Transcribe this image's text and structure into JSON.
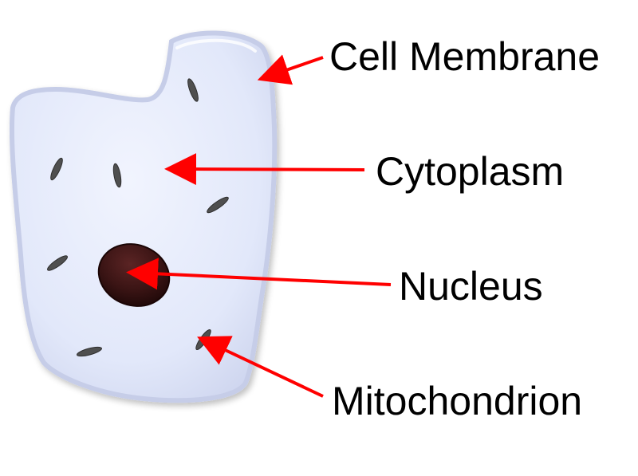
{
  "diagram": {
    "labels": {
      "cell_membrane": "Cell Membrane",
      "cytoplasm": "Cytoplasm",
      "nucleus": "Nucleus",
      "mitochondrion": "Mitochondrion"
    },
    "colors": {
      "cell_fill": "#e4e9fb",
      "cell_outline": "#c6cde8",
      "nucleus": "#3a1414",
      "mitochondria": "#4a4a4a",
      "arrows": "#ff0000",
      "text": "#000000"
    }
  }
}
